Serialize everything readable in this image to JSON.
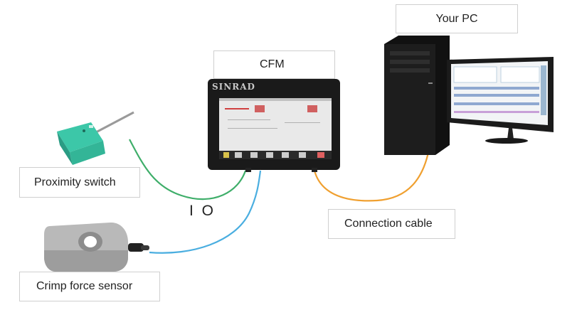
{
  "labels": {
    "your_pc": "Your PC",
    "cfm": "CFM",
    "proximity_switch": "Proximity switch",
    "connection_cable": "Connection cable",
    "crimp_force_sensor": "Crimp force sensor",
    "io": "I O"
  },
  "device": {
    "brand": "SINRAD"
  },
  "colors": {
    "io_cable": "#3fae6a",
    "sensor_cable": "#4aaee0",
    "pc_cable": "#f0a030",
    "proximity_body": "#3cc7a8",
    "logo_blue": "#1f6fb5",
    "logo_green": "#5ab845"
  },
  "icons": {
    "logo": "sinrad-logo-icon",
    "monitor": "monitor-icon",
    "tower": "pc-tower-icon",
    "device": "cfm-device-icon",
    "proximity": "proximity-switch-icon",
    "sensor": "crimp-force-sensor-icon"
  }
}
